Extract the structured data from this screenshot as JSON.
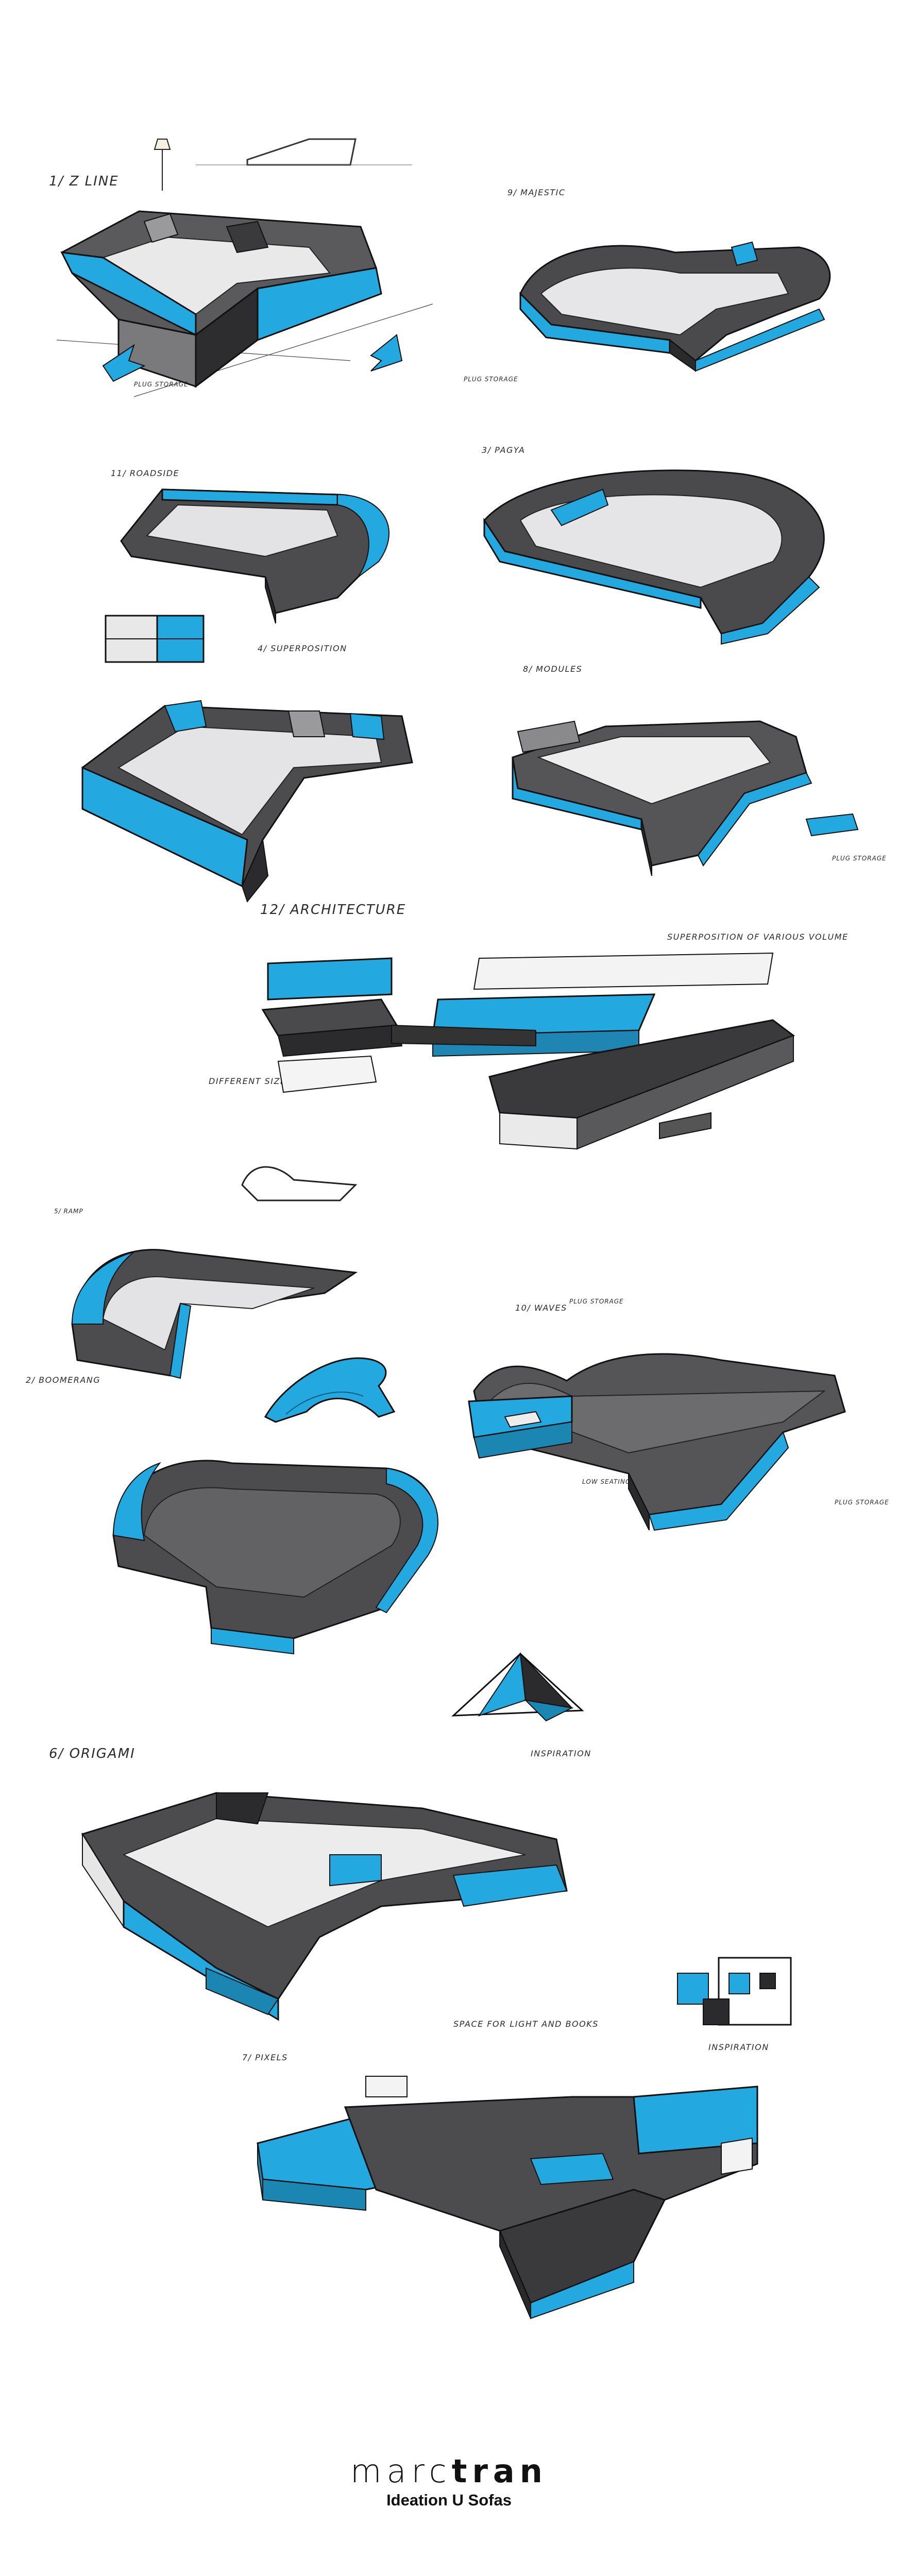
{
  "colors": {
    "accent": "#23a8e0",
    "dark": "#3c3c3e",
    "mid": "#8c8c8e",
    "line": "#1a1a1a"
  },
  "sketches": [
    {
      "id": "z-line",
      "title": "1/ Z LINE",
      "notes": [
        "PLUG STORAGE",
        "PLUG STORAGE"
      ]
    },
    {
      "id": "majestic",
      "title": "9/ MAJESTIC",
      "notes": []
    },
    {
      "id": "roadside",
      "title": "11/ ROADSIDE",
      "notes": []
    },
    {
      "id": "pagoda",
      "title": "3/ PAGYA",
      "notes": []
    },
    {
      "id": "superposition",
      "title": "4/ SUPERPOSITION",
      "notes": []
    },
    {
      "id": "modules",
      "title": "8/ MODULES",
      "notes": [
        "PLUG STORAGE"
      ]
    },
    {
      "id": "architecture",
      "title": "12/ ARCHITECTURE",
      "notes": [
        "SUPERPOSITION OF VARIOUS VOLUME",
        "DIFFERENT SIZES OF SEATING"
      ]
    },
    {
      "id": "ramp",
      "title": "5/ RAMP",
      "notes": []
    },
    {
      "id": "waves",
      "title": "10/ WAVES",
      "notes": [
        "PLUG STORAGE",
        "LOW SEATING FOR KIDS",
        "PLUG STORAGE"
      ]
    },
    {
      "id": "boomerang",
      "title": "2/ BOOMERANG",
      "notes": []
    },
    {
      "id": "origami",
      "title": "6/ ORIGAMI",
      "notes": []
    },
    {
      "id": "origami-inspiration",
      "title": "INSPIRATION",
      "notes": []
    },
    {
      "id": "pixels",
      "title": "7/ PIXELS",
      "notes": [
        "SPACE FOR LIGHT AND BOOKS"
      ]
    },
    {
      "id": "pixels-inspiration",
      "title": "INSPIRATION",
      "notes": []
    }
  ],
  "footer": {
    "brand_light": "marc",
    "brand_bold": "tran",
    "subtitle": "Ideation U Sofas"
  }
}
